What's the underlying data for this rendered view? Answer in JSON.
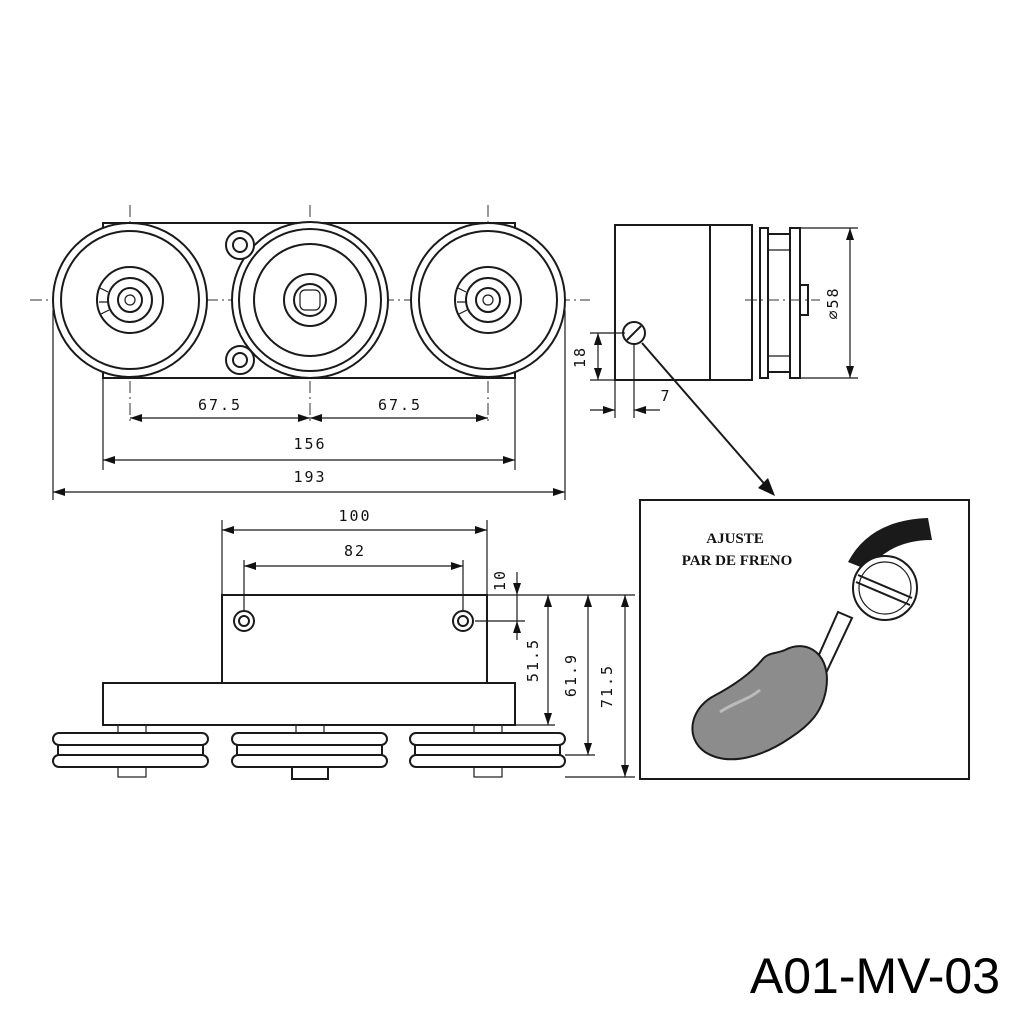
{
  "dimensions": {
    "d_67_5_left": "67.5",
    "d_67_5_right": "67.5",
    "d_156": "156",
    "d_193": "193",
    "d_18": "18",
    "d_7": "7",
    "d_58": "⌀58",
    "d_100": "100",
    "d_82": "82",
    "d_10": "10",
    "d_51_5": "51.5",
    "d_61_9": "61.9",
    "d_71_5": "71.5"
  },
  "callout": {
    "line1": "AJUSTE",
    "line2": "PAR DE FRENO"
  },
  "product_code": "A01-MV-03"
}
